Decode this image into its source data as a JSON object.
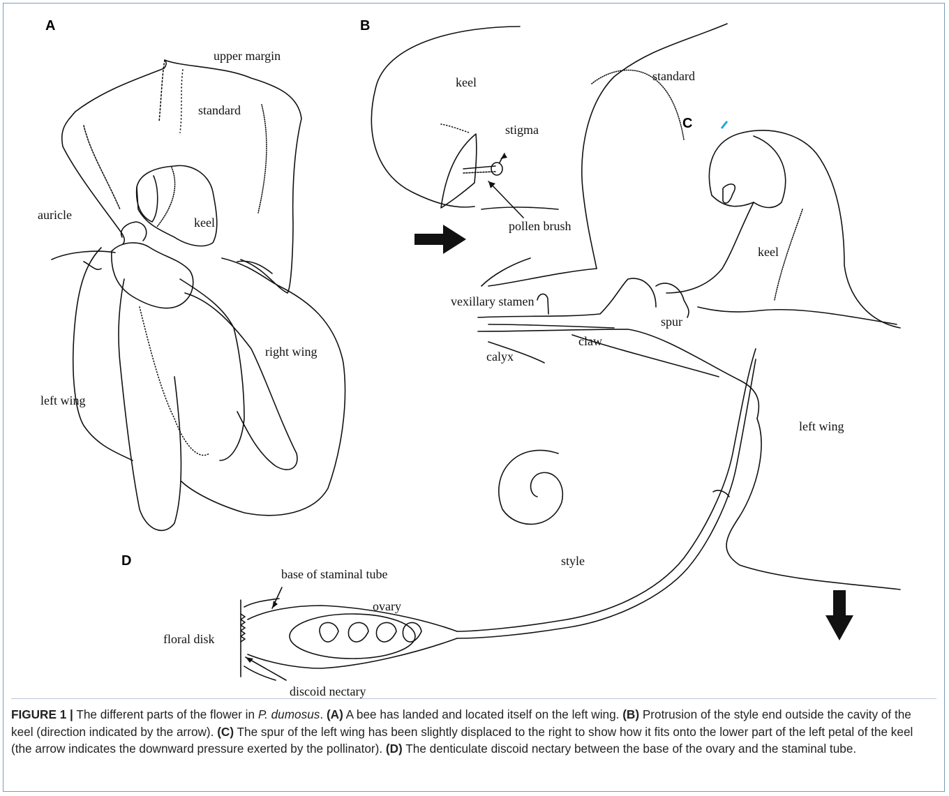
{
  "panels": {
    "a": "A",
    "b": "B",
    "c": "C",
    "d": "D"
  },
  "labels": {
    "upper_margin": "upper margin",
    "standard_a": "standard",
    "auricle": "auricle",
    "keel_a": "keel",
    "right_wing": "right wing",
    "left_wing_a": "left wing",
    "keel_b": "keel",
    "stigma": "stigma",
    "pollen_brush": "pollen brush",
    "standard_c": "standard",
    "keel_c": "keel",
    "vexillary_stamen": "vexillary stamen",
    "spur": "spur",
    "claw": "claw",
    "calyx": "calyx",
    "left_wing_c": "left wing",
    "style": "style",
    "base_of_staminal_tube": "base of staminal tube",
    "ovary": "ovary",
    "floral_disk": "floral disk",
    "discoid_nectary": "discoid nectary"
  },
  "caption": {
    "figure_label": "FIGURE 1 |",
    "intro": " The different parts of the flower in ",
    "species": "P. dumosus",
    "intro_end": ". ",
    "a_tag": "(A)",
    "a_text": " A bee has landed and located itself on the left wing. ",
    "b_tag": "(B)",
    "b_text": " Protrusion of the style end outside the cavity of the keel (direction indicated by the arrow). ",
    "c_tag": "(C)",
    "c_text": " The spur of the left wing has been slightly displaced to the right to show how it fits onto the lower part of the left petal of the keel (the arrow indicates the downward pressure exerted by the pollinator). ",
    "d_tag": "(D)",
    "d_text": " The denticulate discoid nectary between the base of the ovary and the staminal tube."
  }
}
